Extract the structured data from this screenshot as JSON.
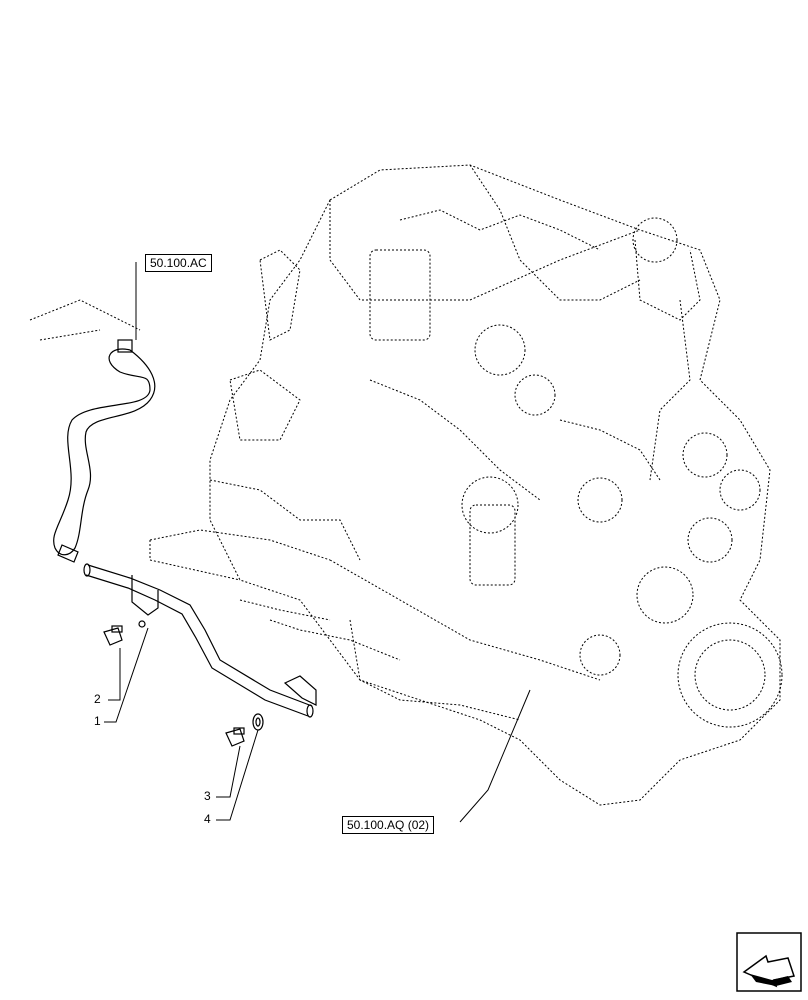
{
  "references": {
    "upper": "50.100.AC",
    "lower": "50.100.AQ (02)"
  },
  "callouts": [
    "2",
    "1",
    "3",
    "4"
  ],
  "icons": {
    "navigation": "navigation-arrow-icon"
  }
}
